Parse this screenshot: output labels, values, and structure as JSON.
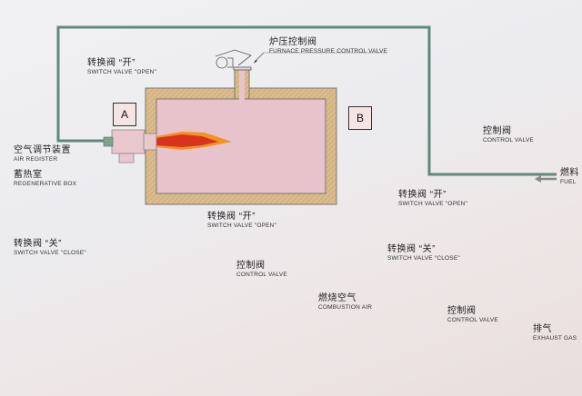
{
  "title": "Regenerative burner system schematic",
  "regenerators": {
    "a": {
      "label": "A"
    },
    "b": {
      "label": "B"
    }
  },
  "labels": {
    "furnace_pressure_valve": {
      "zh": "炉压控制阀",
      "en": "FURNACE PRESSURE CONTROL VALVE"
    },
    "switch_open_top": {
      "zh": "转换阀 “开”",
      "en": "SWITCH VALVE \"OPEN\""
    },
    "air_register": {
      "zh": "空气调节装置",
      "en": "AIR REGISTER"
    },
    "regenerative_box": {
      "zh": "蓄热室",
      "en": "REGENERATIVE BOX"
    },
    "switch_close_left": {
      "zh": "转换阀 “关”",
      "en": "SWITCH VALVE \"CLOSE\""
    },
    "switch_open_mid": {
      "zh": "转换阀 “开”",
      "en": "SWITCH VALVE \"OPEN\""
    },
    "control_valve_air": {
      "zh": "控制阀",
      "en": "CONTROL VALVE"
    },
    "combustion_air": {
      "zh": "燃烧空气",
      "en": "COMBUSTION AIR"
    },
    "control_valve_fuel": {
      "zh": "控制阀",
      "en": "CONTROL VALVE"
    },
    "fuel": {
      "zh": "燃料",
      "en": "FUEL"
    },
    "switch_open_right": {
      "zh": "转换阀 “开”",
      "en": "SWITCH VALVE \"OPEN\""
    },
    "switch_close_right": {
      "zh": "转换阀 “关”",
      "en": "SWITCH VALVE \"CLOSE\""
    },
    "control_valve_exhaust": {
      "zh": "控制阀",
      "en": "CONTROL VALVE"
    },
    "exhaust_gas": {
      "zh": "排气",
      "en": "EXHAUST GAS"
    }
  },
  "colors": {
    "fuel_line": "#5f8a7a",
    "air_line": "#2f7fe0",
    "furnace_wall": "#d9b98a",
    "furnace_interior": "#e7c3cc",
    "flame_outer": "#f2921f",
    "flame_inner": "#d8331d",
    "regen_balls": "#c14a4a",
    "regen_cool": "#9fb8ee",
    "fan": "#a8aed2"
  }
}
